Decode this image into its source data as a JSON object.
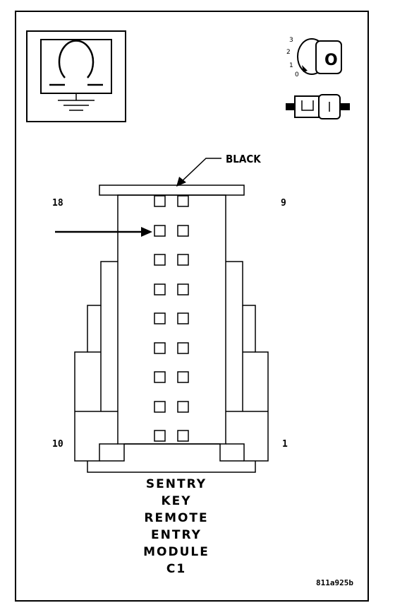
{
  "callout": {
    "color_label": "BLACK"
  },
  "pin_numbers": {
    "top_left": "18",
    "top_right": "9",
    "bottom_left": "10",
    "bottom_right": "1"
  },
  "title_lines": [
    "SENTRY",
    "KEY",
    "REMOTE",
    "ENTRY",
    "MODULE",
    "C1"
  ],
  "figure_id": "811a925b",
  "ignition_positions": [
    "3",
    "2",
    "1",
    "0"
  ],
  "key_symbol_text": "O",
  "icons": [
    "ground-symbol-icon",
    "ignition-key-icon",
    "connector-plug-icon"
  ],
  "cavity_rows": 9,
  "cavity_columns": 2,
  "indicated_cavity": {
    "row": 2,
    "column": 1
  }
}
